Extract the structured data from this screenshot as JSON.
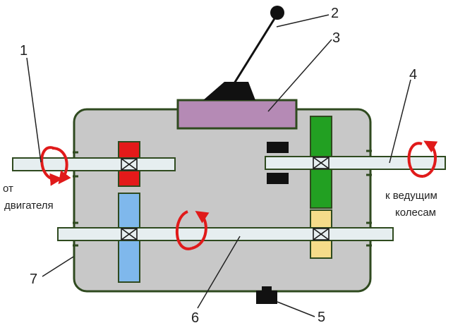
{
  "labels": {
    "n1": "1",
    "n2": "2",
    "n3": "3",
    "n4": "4",
    "n5": "5",
    "n6": "6",
    "n7": "7"
  },
  "captions": {
    "input_line1": "от",
    "input_line2": "двигателя",
    "output_line1": "к ведущим",
    "output_line2": "колесам"
  },
  "colors": {
    "housing_fill": "#c8c8c8",
    "outline_green": "#2f4a1f",
    "shaft_fill": "#e6eef0",
    "cover_fill": "#b58ab5",
    "lever_black": "#111111",
    "gear_red": "#e41a1a",
    "gear_blue": "#7fb8ec",
    "gear_green": "#22a022",
    "gear_yellow": "#f5dc8a",
    "arrow_red": "#e01a1a"
  },
  "icons": {
    "rotation": "curved-rotation-arrow-icon",
    "bearing": "crossed-box-bearing-icon"
  }
}
